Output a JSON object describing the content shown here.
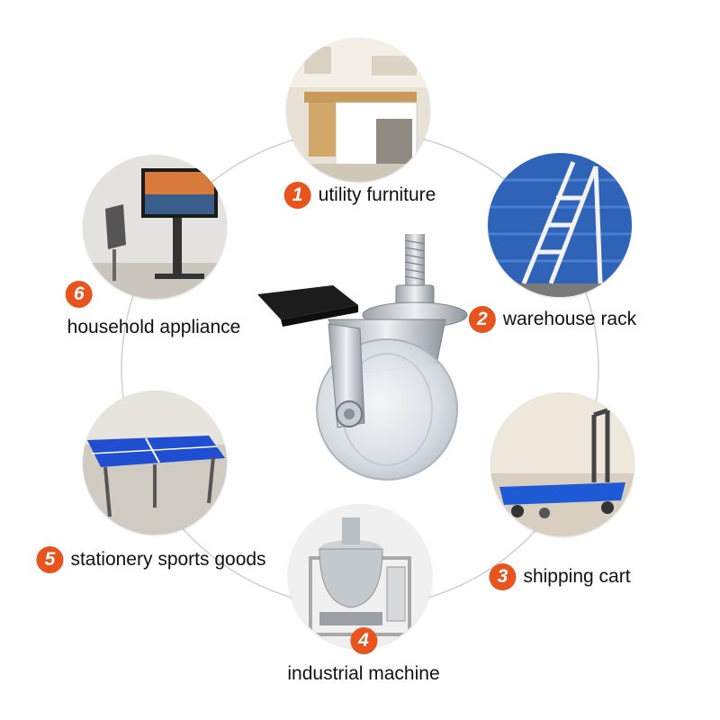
{
  "colors": {
    "badge": "#e8541e",
    "ring": "#cfcfcf",
    "text": "#111111"
  },
  "product": {
    "icon": "brake-caster-wheel-icon"
  },
  "applications": [
    {
      "number": "1",
      "label": "utility furniture",
      "icon": "kitchen-cart-icon"
    },
    {
      "number": "2",
      "label": "warehouse rack",
      "icon": "rolling-ladder-icon"
    },
    {
      "number": "3",
      "label": "shipping cart",
      "icon": "platform-trolley-icon"
    },
    {
      "number": "4",
      "label": "industrial machine",
      "icon": "cooking-kettle-machine-icon"
    },
    {
      "number": "5",
      "label": "stationery sports goods",
      "icon": "ping-pong-table-icon"
    },
    {
      "number": "6",
      "label": "household appliance",
      "icon": "tv-stand-icon"
    }
  ]
}
